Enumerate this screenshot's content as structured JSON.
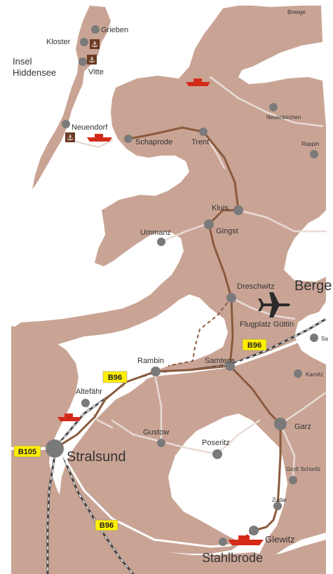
{
  "map": {
    "colors": {
      "land": "#c9a495",
      "water": "#ffffff",
      "road": "#e8dbd5",
      "route": "#8a5a3e",
      "town": "#7a7a7a",
      "ferry": "#d42a1a",
      "road_badge": "#ffee00",
      "label": "#333333"
    },
    "labels": {
      "island": [
        "Insel",
        "Hiddensee"
      ],
      "grieben": "Grieben",
      "kloster": "Kloster",
      "vitte": "Vitte",
      "neuendorf": "Neuendorf",
      "neuenkirchen": "Neuenkirchen",
      "rappin": "Rappin",
      "breege": "Breege",
      "schaprode": "Schaprode",
      "trent": "Trent",
      "kluis": "Kluis",
      "gingst": "Gingst",
      "ummanz": "Ummanz",
      "dreschwitz": "Dreschwitz",
      "bergen": "Berge",
      "airport": "Flugplatz Güttin",
      "rambin": "Rambin",
      "samtens": "Samtens",
      "altefaehr": "Altefähr",
      "garz": "Garz",
      "karnitz": "Karnitz",
      "gustow": "Gustow",
      "poseritz": "Poseritz",
      "gross_schoritz": "Groß Schoritz",
      "zudar": "Zudar",
      "glewitz": "Glewitz",
      "stahlbrode": "Stahlbrode",
      "stralsund": "Stralsund",
      "edge_s": "Sa"
    },
    "road_badges": {
      "b96_east": "B96",
      "b96_west": "B96",
      "b96_south": "B96",
      "b105": "B105"
    },
    "icons": [
      "anchor-icon",
      "airplane-icon",
      "ferry-icon"
    ]
  }
}
